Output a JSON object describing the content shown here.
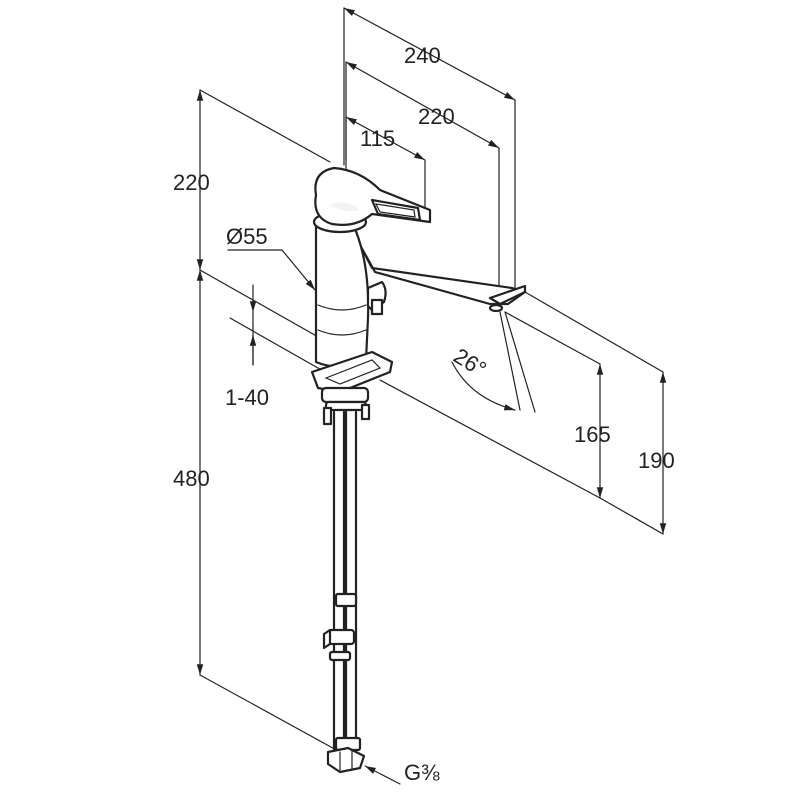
{
  "dimensions": {
    "width_total": "240",
    "width_spout": "220",
    "width_lever": "115",
    "height_top": "220",
    "body_diameter": "Ø55",
    "deck_thickness": "1-40",
    "hose_length": "480",
    "spray_angle": "26°",
    "outlet_height": "165",
    "spout_height": "190",
    "connection_thread": "G⅜"
  }
}
